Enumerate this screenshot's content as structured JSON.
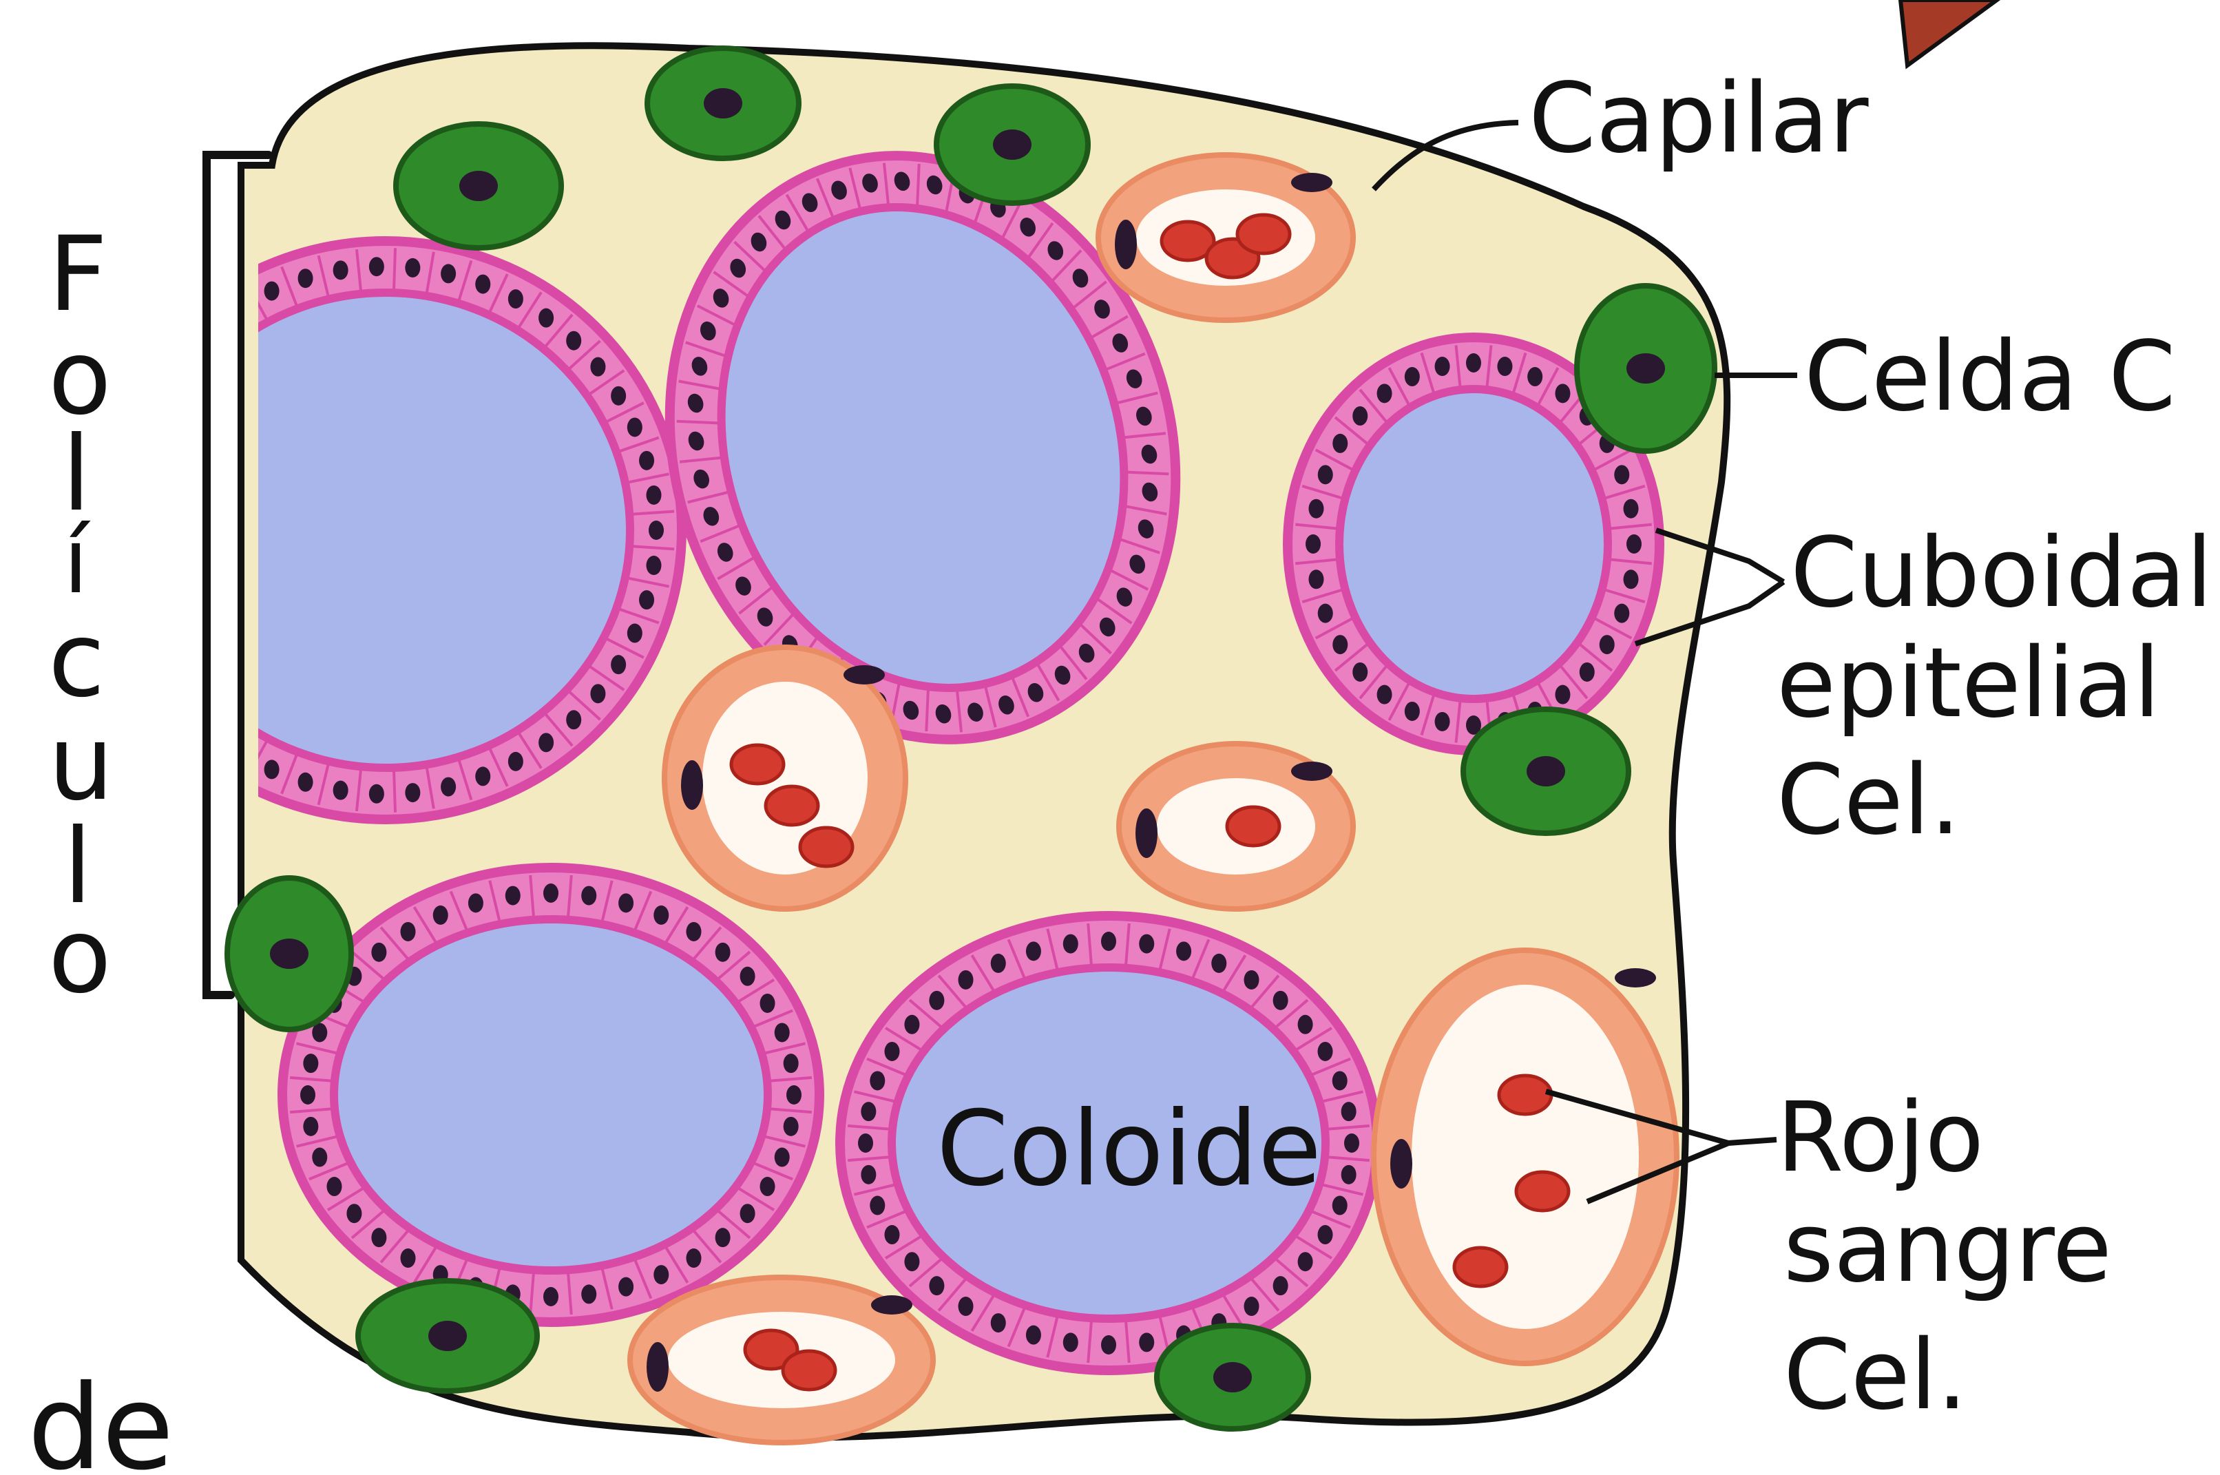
{
  "labels": {
    "side_title_letters": [
      "F",
      "o",
      "l",
      "í",
      "c",
      "u",
      "l",
      "o"
    ],
    "bottom_word": "de",
    "capilar": "Capilar",
    "celda_c": "Celda C",
    "cuboidal_line1": "Cuboidal",
    "cuboidal_line2": "epitelial",
    "cuboidal_line3": "Cel.",
    "coloide": "Coloide",
    "rojo_line1": "Rojo",
    "rojo_line2": "sangre",
    "rojo_line3": "Cel."
  },
  "colors": {
    "tissue_background": "#f4eac2",
    "colloid": "#a9b6ec",
    "epithelium": "#d94aa6",
    "epithelium_light": "#ea7fc2",
    "nucleus": "#2a1730",
    "c_cell": "#2f8a2a",
    "c_cell_dark": "#1d5a1a",
    "capillary_wall": "#f2a27c",
    "capillary_lumen": "#fff8f0",
    "red_blood_cell": "#d43a2e",
    "outline": "#111111",
    "marker_triangle": "#a53a26"
  }
}
